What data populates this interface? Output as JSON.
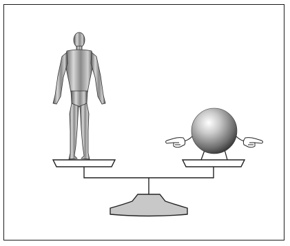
{
  "figure": {
    "elements": [
      "humanoid-figure",
      "sphere-with-pointing-hands",
      "balance-scale"
    ],
    "colors": {
      "border": "#1a1a1a",
      "metal_light": "#e6e6e6",
      "metal_dark": "#4a4a4a",
      "base_fill": "#c8c8c8",
      "line": "#222222"
    }
  }
}
